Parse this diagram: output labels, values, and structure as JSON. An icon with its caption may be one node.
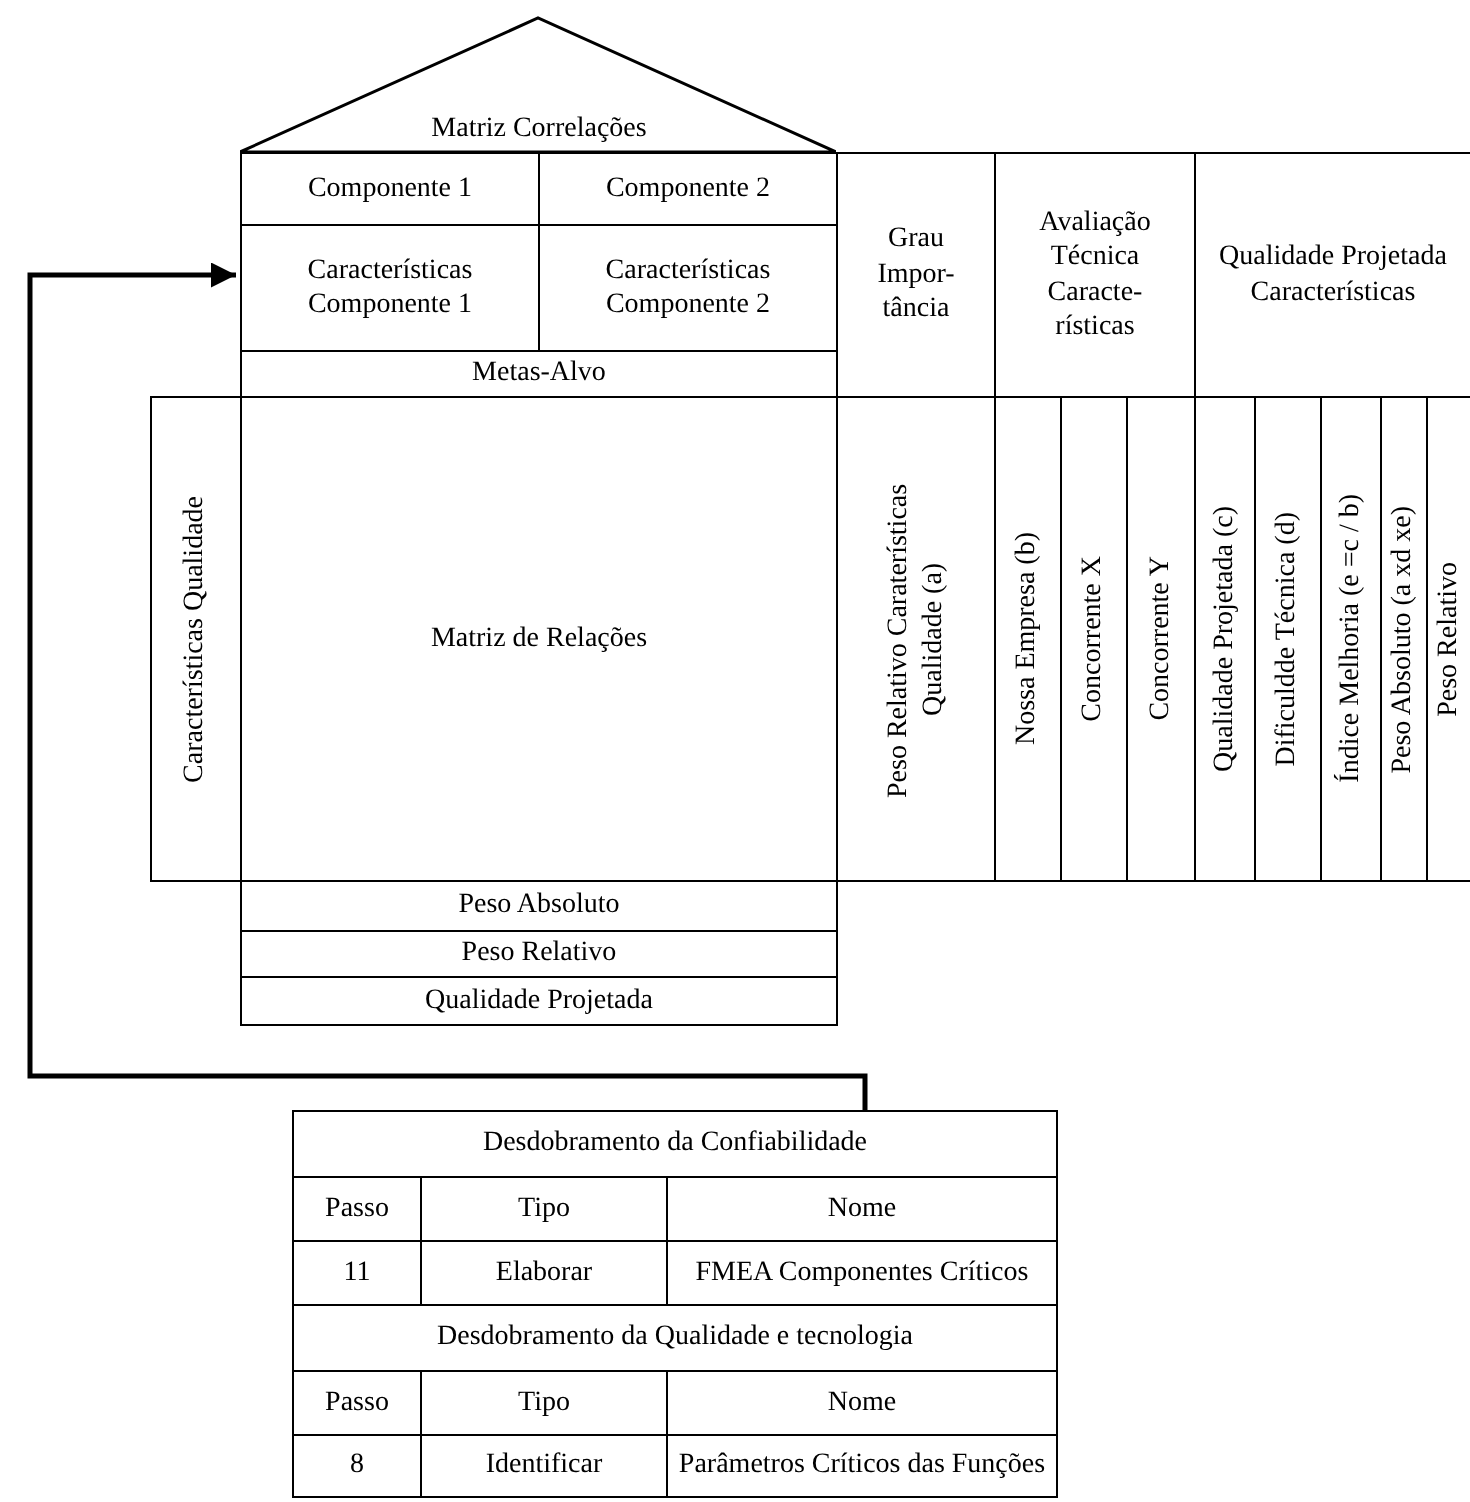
{
  "diagram": {
    "nodes": [
      {
        "text": [
          "Matriz Correlações"
        ]
      },
      {
        "text": [
          "Componente 1"
        ]
      },
      {
        "text": [
          "Componente 2"
        ]
      },
      {
        "text": [
          "Características Componente 1"
        ]
      },
      {
        "text": [
          "Características Componente 2"
        ]
      },
      {
        "text": [
          "Metas-Alvo"
        ]
      },
      {
        "text": [
          "Grau Impor- tância"
        ]
      },
      {
        "text": [
          "Avaliação Técnica Caracte- rísticas"
        ]
      },
      {
        "text": [
          "Qualidade Projetada Características"
        ]
      },
      {
        "text": [
          "Características Qualidade"
        ]
      },
      {
        "text": [
          "Matriz de Relações"
        ]
      },
      {
        "text": [
          "Peso Relativo Caraterísticas Qualidade (a)"
        ]
      },
      {
        "text": [
          "Nossa Empresa (b)"
        ]
      },
      {
        "text": [
          "Concorrente X"
        ]
      },
      {
        "text": [
          "Concorrente Y"
        ]
      },
      {
        "text": [
          "Qualidade Projetada (c)"
        ]
      },
      {
        "text": [
          "Dificuldde Técnica (d)"
        ]
      },
      {
        "text": [
          "Índice Melhoria (e =c / b)"
        ]
      },
      {
        "text": [
          "Peso Absoluto (a xd xe)"
        ]
      },
      {
        "text": [
          "Peso Relativo"
        ]
      },
      {
        "text": [
          "Peso Absoluto"
        ]
      },
      {
        "text": [
          "Peso Relativo"
        ]
      },
      {
        "text": [
          "Qualidade Projetada"
        ]
      },
      {
        "text": [
          "Desdobramento da Confiabilidade"
        ]
      }
    ],
    "edges": [
      {
        "from": 23,
        "to": 3,
        "arrow": "to"
      }
    ],
    "labels": [
      "Passo",
      "Tipo",
      "Nome",
      "11",
      "Elaborar",
      "FMEA Componentes Críticos",
      "Desdobramento da Qualidade e tecnologia",
      "Passo",
      "Tipo",
      "Nome",
      "8",
      "Identificar",
      "Parâmetros Críticos das Funções"
    ]
  }
}
